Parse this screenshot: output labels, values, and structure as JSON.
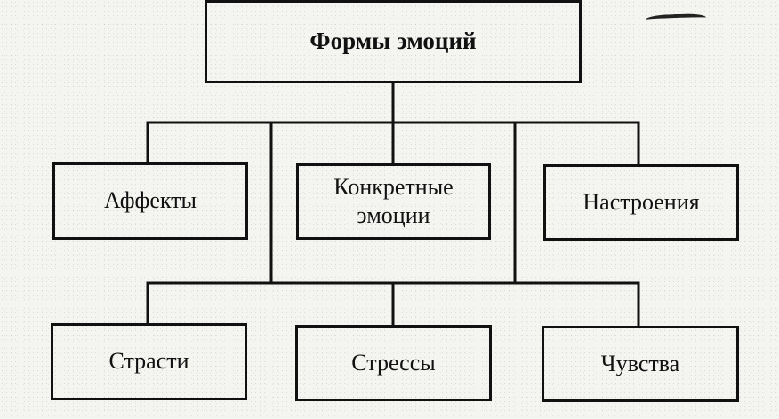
{
  "diagram": {
    "root": {
      "label": "Формы эмоций"
    },
    "level1": [
      {
        "label": "Аффекты"
      },
      {
        "label_line1": "Конкретные",
        "label_line2": "эмоции"
      },
      {
        "label": "Настроения"
      }
    ],
    "level2": [
      {
        "label": "Страсти"
      },
      {
        "label": "Стрессы"
      },
      {
        "label": "Чувства"
      }
    ]
  },
  "colors": {
    "line": "#111111",
    "background": "#f4f4f1"
  }
}
